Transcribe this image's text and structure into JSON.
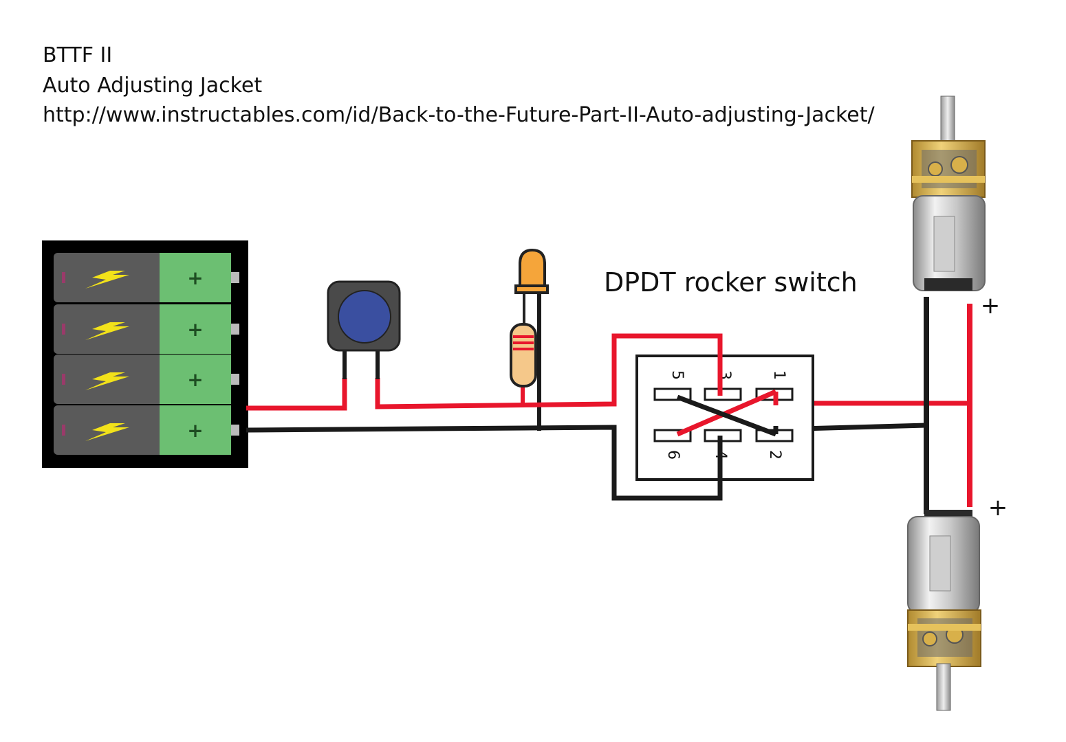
{
  "header": {
    "title": "BTTF II",
    "subtitle": "Auto Adjusting Jacket",
    "url": "http://www.instructables.com/id/Back-to-the-Future-Part-II-Auto-adjusting-Jacket/"
  },
  "labels": {
    "switch": "DPDT rocker switch",
    "motor_top_plus": "+",
    "motor_bottom_plus": "+"
  },
  "battery": {
    "cell_count": 4,
    "plus_symbol": "+"
  },
  "switch_pins": [
    "5",
    "3",
    "1",
    "6",
    "4",
    "2"
  ],
  "colors": {
    "red_wire": "#e8162c",
    "black_wire": "#1a1a1a",
    "battery_body": "#5a5a5a",
    "battery_cap": "#6cbf72",
    "button_cap": "#3a4fa0",
    "led": "#f5a53a",
    "resistor": "#f5c88a",
    "gear_brass": "#d8b04a"
  },
  "icons": [
    "lightning-icon",
    "plus-icon",
    "push-button-icon",
    "led-icon",
    "resistor-icon",
    "gear-motor-icon"
  ]
}
